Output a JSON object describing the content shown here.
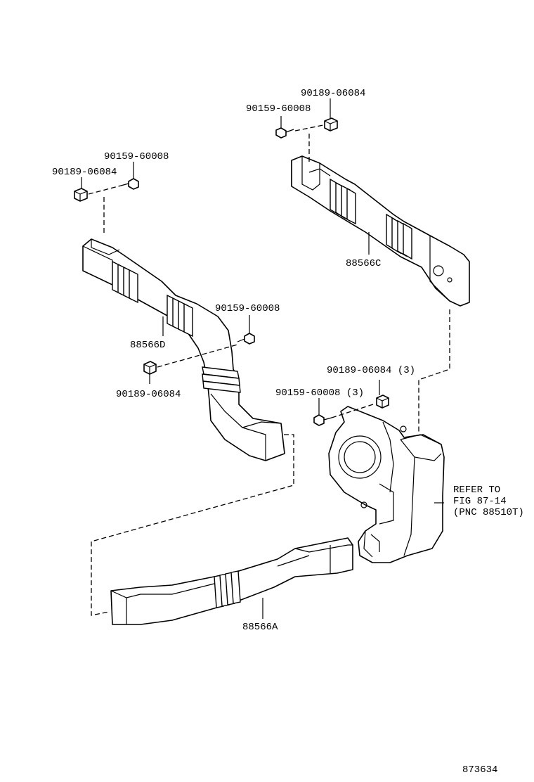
{
  "diagram": {
    "labels": {
      "top_right_clip": "90189-06084",
      "top_right_screw": "90159-60008",
      "duct_c": "88566C",
      "left_screw_top": "90159-60008",
      "left_clip_top": "90189-06084",
      "duct_d": "88566D",
      "mid_screw": "90159-60008",
      "mid_clip": "90189-06084",
      "blower_clip": "90189-06084 (3)",
      "blower_screw": "90159-60008 (3)",
      "refer_line1": "REFER TO",
      "refer_line2": "FIG 87-14",
      "refer_line3": "(PNC 88510T)",
      "duct_a": "88566A",
      "figure_number": "873634"
    }
  }
}
